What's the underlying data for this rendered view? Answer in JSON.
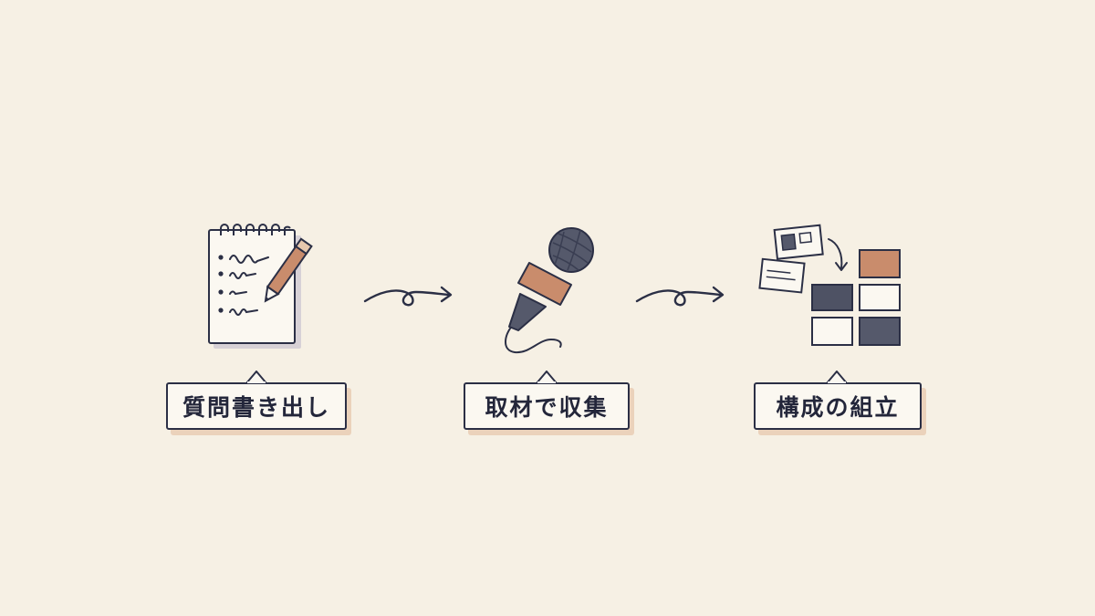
{
  "steps": [
    {
      "label": "質問書き出し",
      "icon": "notepad-pencil-icon"
    },
    {
      "label": "取材で収集",
      "icon": "microphone-icon"
    },
    {
      "label": "構成の組立",
      "icon": "layout-blocks-icon"
    }
  ],
  "colors": {
    "background": "#f6f0e4",
    "ink": "#2b2f45",
    "accent": "#c98c6c",
    "dark_block": "#4e5264"
  }
}
